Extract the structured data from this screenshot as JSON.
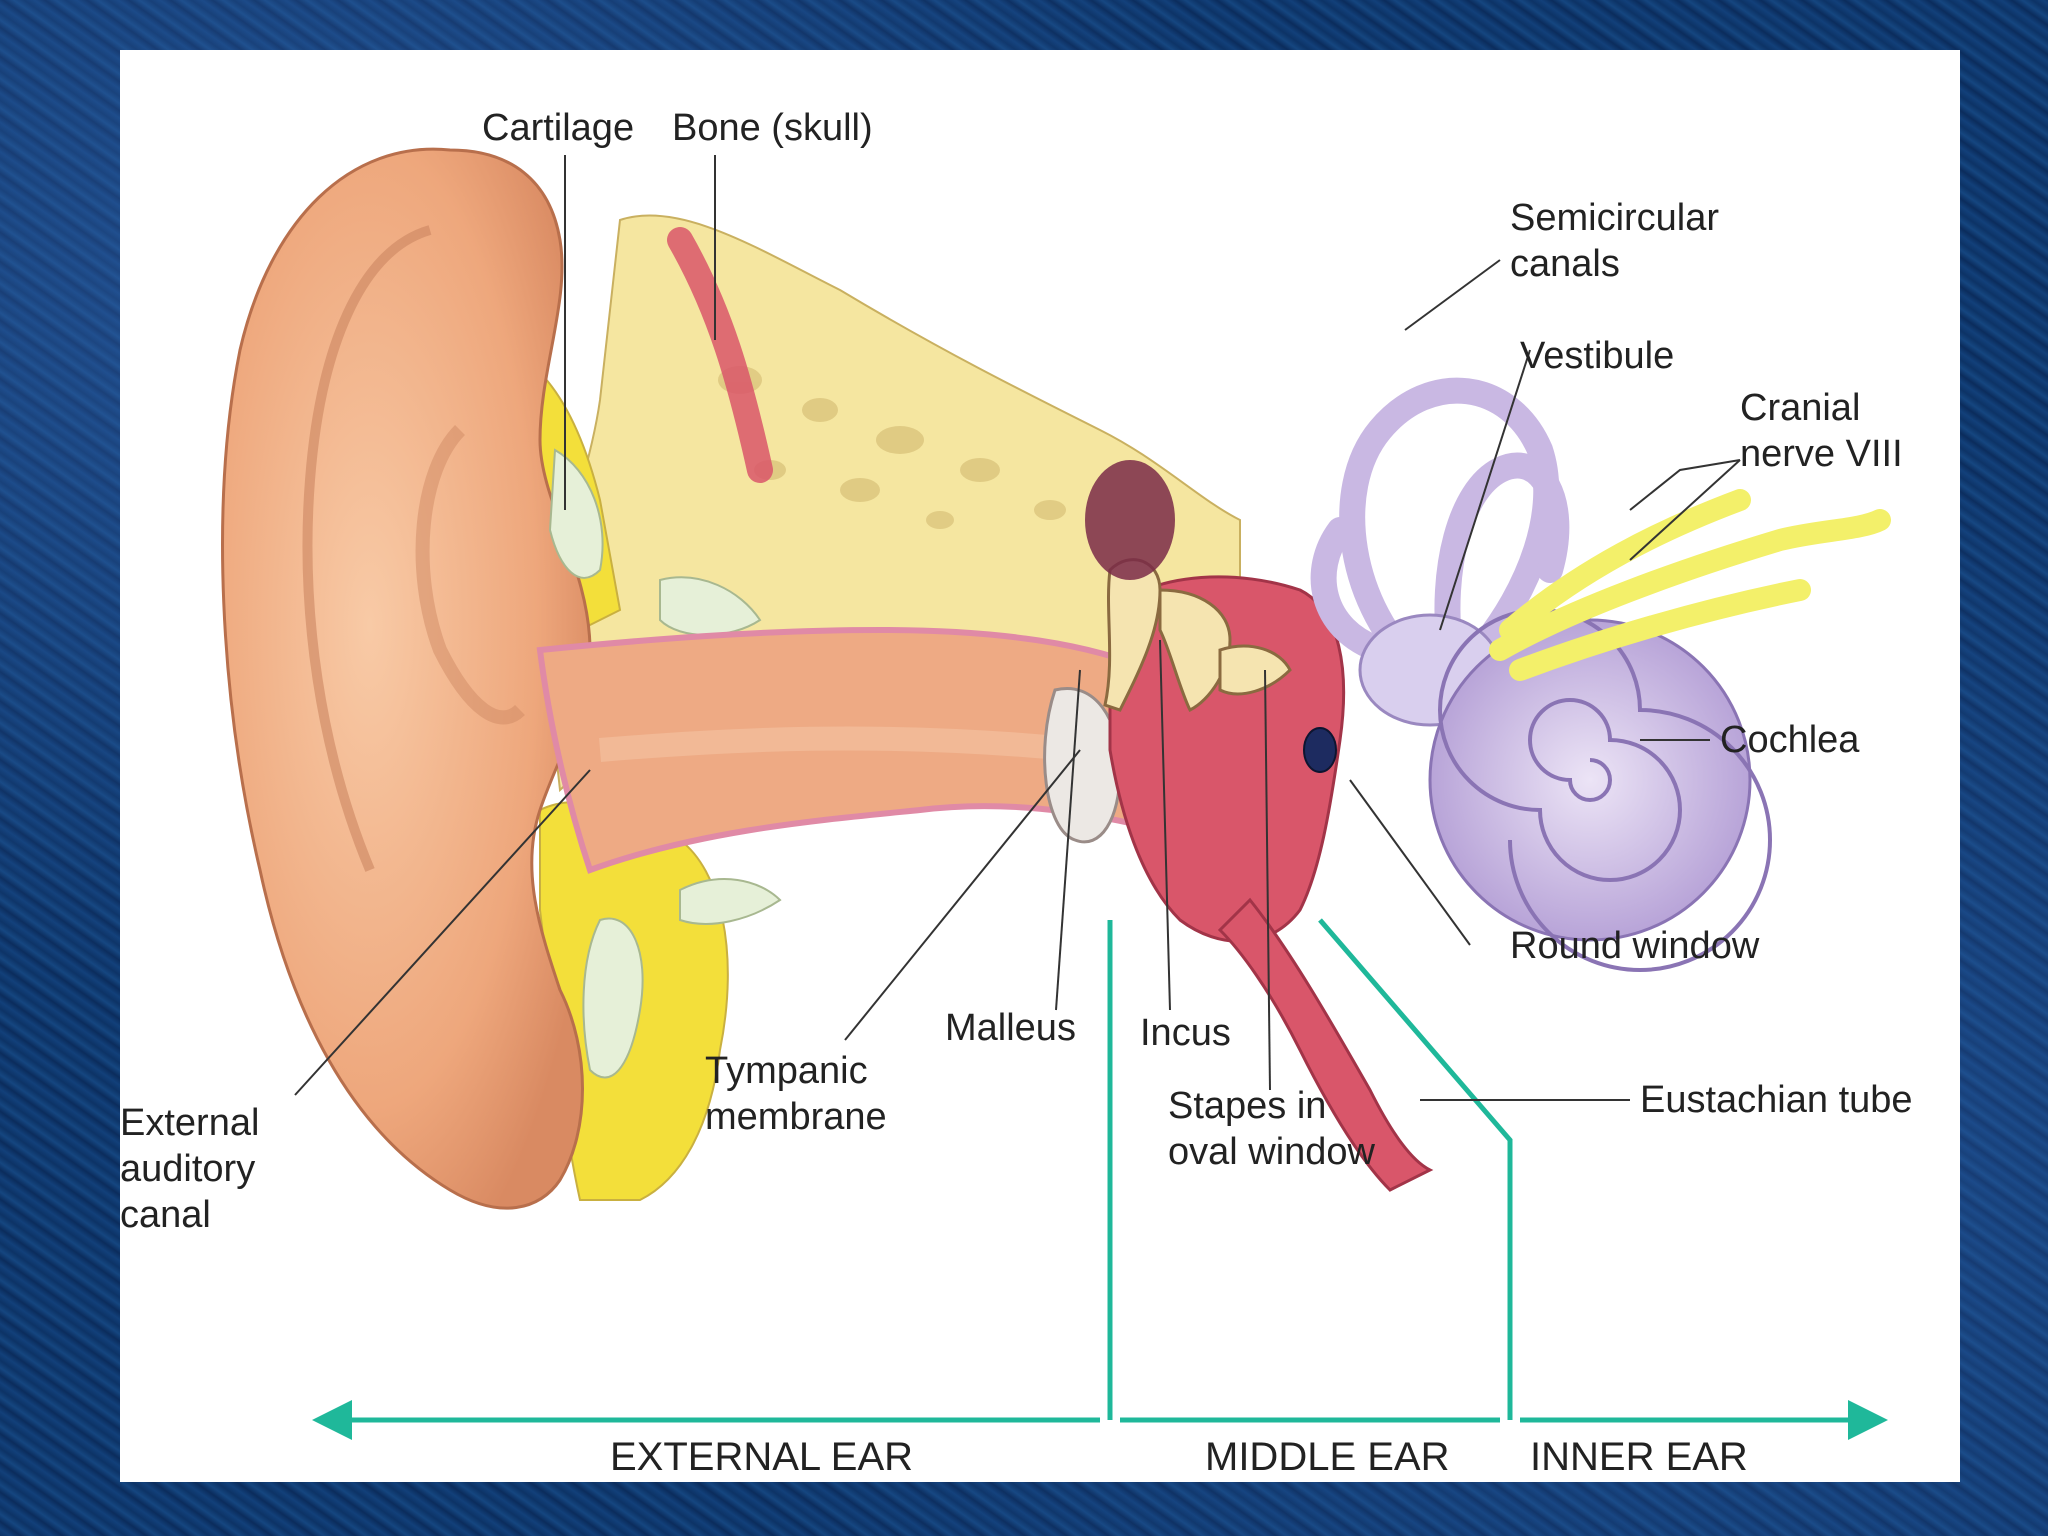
{
  "labels": {
    "cartilage": "Cartilage",
    "bone_skull": "Bone (skull)",
    "semicircular_canals": [
      "Semicircular",
      "canals"
    ],
    "vestibule": "Vestibule",
    "cranial_nerve": [
      "Cranial",
      "nerve VIII"
    ],
    "cochlea": "Cochlea",
    "round_window": "Round window",
    "eustachian_tube": "Eustachian tube",
    "malleus": "Malleus",
    "incus": "Incus",
    "stapes": [
      "Stapes in",
      "oval window"
    ],
    "tympanic_membrane": [
      "Tympanic",
      "membrane"
    ],
    "external_auditory_canal": [
      "External",
      "auditory",
      "canal"
    ]
  },
  "regions": {
    "external": "EXTERNAL EAR",
    "middle": "MIDDLE EAR",
    "inner": "INNER EAR"
  },
  "colors": {
    "skin": "#f2b48a",
    "bone": "#f5e6a0",
    "cartilage": "#e6f0d8",
    "middle_ear": "#d9566a",
    "inner_ear": "#c9b8e3",
    "nerve": "#f3f06a",
    "divider": "#1fb89a",
    "slide_bg": "#0d3366"
  }
}
